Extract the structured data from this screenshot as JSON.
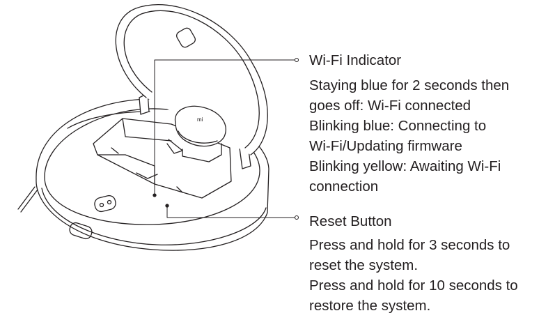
{
  "callouts": {
    "wifi": {
      "title": "Wi-Fi Indicator",
      "lines": [
        "Staying blue for 2 seconds then",
        "goes off: Wi-Fi connected",
        "Blinking blue: Connecting to",
        "Wi-Fi/Updating firmware",
        "Blinking yellow: Awaiting Wi-Fi",
        "connection"
      ]
    },
    "reset": {
      "title": "Reset Button",
      "lines": [
        "Press and hold for 3 seconds to",
        "reset the system.",
        "Press and hold for 10 seconds to",
        "restore the system."
      ]
    }
  },
  "robot_logo": "mi",
  "colors": {
    "stroke": "#231f20",
    "background": "#ffffff"
  }
}
